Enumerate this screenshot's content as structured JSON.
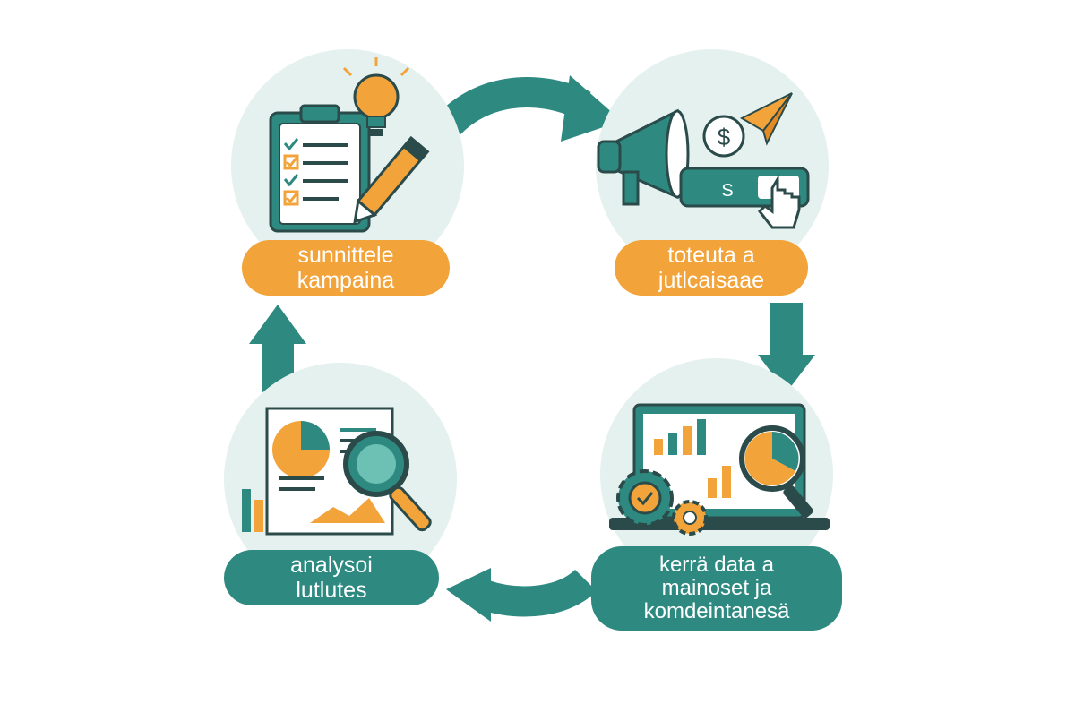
{
  "colors": {
    "teal": "#2e8a80",
    "teal_dark": "#236e66",
    "orange": "#f2a33a",
    "circle_bg": "#e4f1ee",
    "outline": "#2b4a4a",
    "white": "#ffffff"
  },
  "steps": [
    {
      "label_lines": [
        "sunnittele",
        "kampaina"
      ],
      "icons": [
        "clipboard-checklist-icon",
        "lightbulb-icon",
        "pencil-icon"
      ]
    },
    {
      "label_lines": [
        "toteuta a",
        "jutlcaisaae"
      ],
      "icons": [
        "megaphone-icon",
        "dollar-coin-icon",
        "paper-plane-icon",
        "click-button-icon",
        "hand-cursor-icon"
      ],
      "button_symbol": "S",
      "coin_symbol": "$"
    },
    {
      "label_lines": [
        "kerrä data a",
        "mainoset ja",
        "komdeintanesä"
      ],
      "icons": [
        "laptop-chart-icon",
        "gear-check-icon",
        "magnifier-pie-icon"
      ]
    },
    {
      "label_lines": [
        "analysoi",
        "lutlutes"
      ],
      "icons": [
        "report-chart-icon",
        "magnifier-icon"
      ]
    }
  ]
}
